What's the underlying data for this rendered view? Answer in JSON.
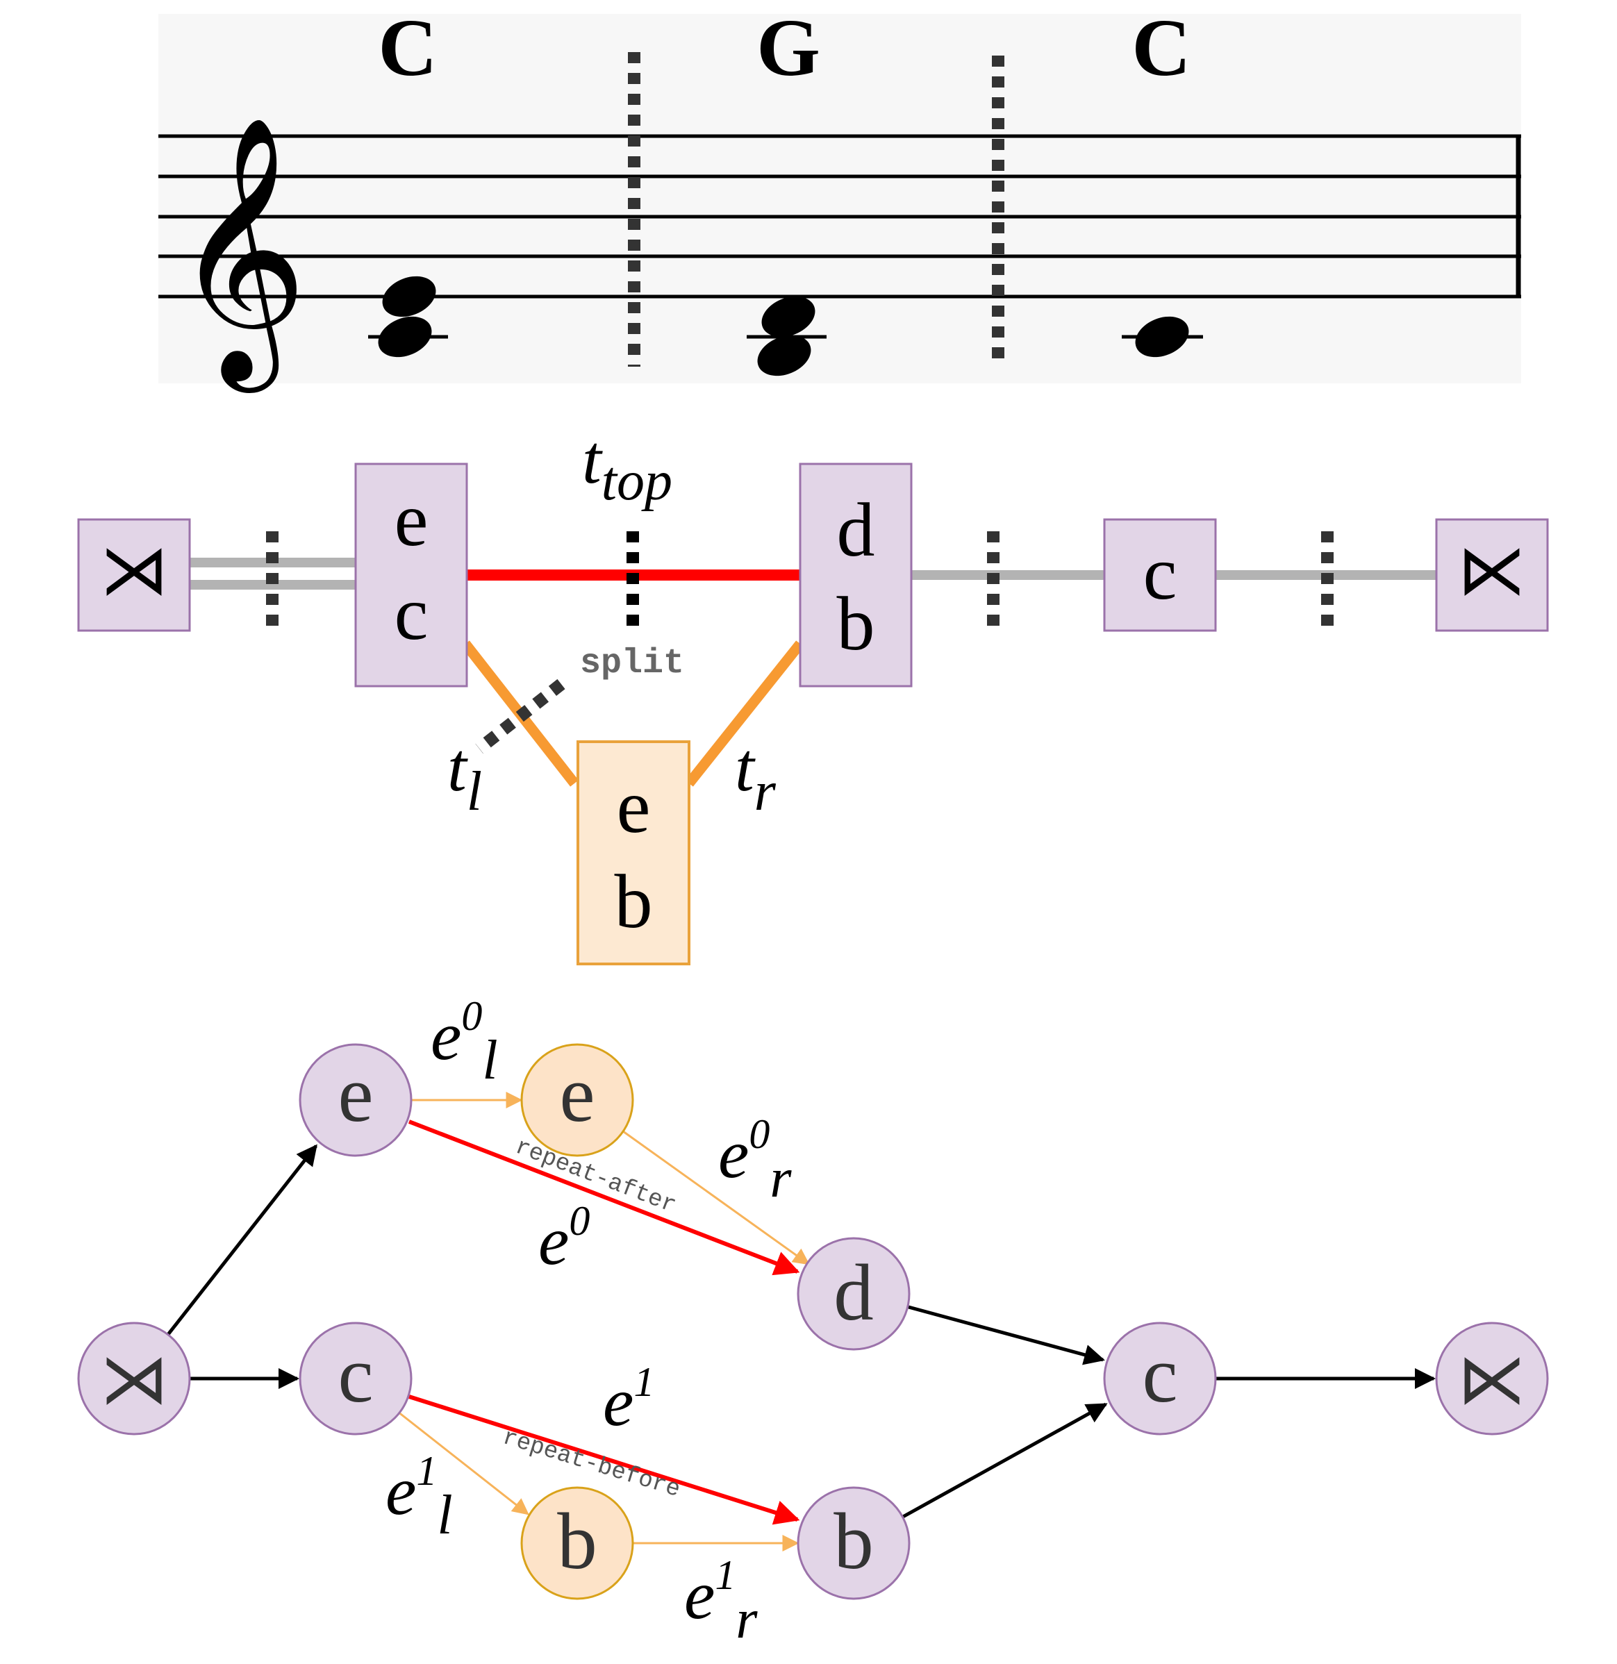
{
  "score": {
    "chords": [
      "C",
      "G",
      "C"
    ]
  },
  "slice_graph": {
    "nodes": {
      "start_symbol": "⋊",
      "end_symbol": "⋉",
      "slice1": [
        "e",
        "c"
      ],
      "slice2": [
        "d",
        "b"
      ],
      "slice3": [
        "c"
      ],
      "new_slice": [
        "e",
        "b"
      ]
    },
    "labels": {
      "t_top": {
        "base": "t",
        "sub": "top"
      },
      "t_left": {
        "base": "t",
        "sub": "l"
      },
      "t_right": {
        "base": "t",
        "sub": "r"
      },
      "split": "split"
    }
  },
  "note_graph": {
    "nodes": {
      "start": "⋊",
      "e_top": "e",
      "c_mid": "c",
      "e_new": "e",
      "b_new": "b",
      "d": "d",
      "b": "b",
      "c_right": "c",
      "end": "⋉"
    },
    "edge_labels": {
      "e0": {
        "base": "e",
        "sup": "0"
      },
      "e0_l": {
        "base": "e",
        "sup": "0",
        "sub": "l"
      },
      "e0_r": {
        "base": "e",
        "sup": "0",
        "sub": "r"
      },
      "e1": {
        "base": "e",
        "sup": "1"
      },
      "e1_l": {
        "base": "e",
        "sup": "1",
        "sub": "l"
      },
      "e1_r": {
        "base": "e",
        "sup": "1",
        "sub": "r"
      },
      "repeat_after": "repeat-after",
      "repeat_before": "repeat-before"
    }
  },
  "colors": {
    "purple_fill": "#e2d5e7",
    "purple_stroke": "#9b72aa",
    "orange_fill": "#fde9d2",
    "orange_stroke": "#e9a23b",
    "circle_orange_stroke": "#d9a21a",
    "red_edge": "#ff0000",
    "orange_edge": "#f79a32",
    "gray_edge": "#b3b3b3",
    "dotted": "#333333",
    "score_bg": "#f7f7f7"
  }
}
